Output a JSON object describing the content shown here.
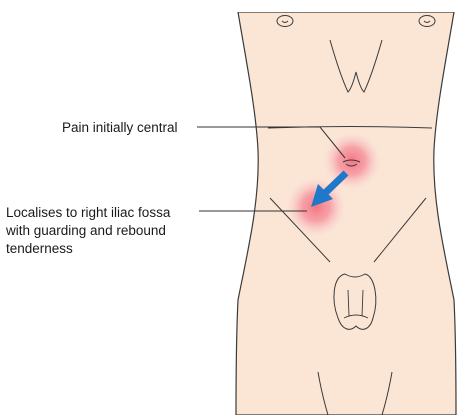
{
  "annotations": {
    "pain_central": "Pain initially central",
    "localises": [
      "Localises to right iliac fossa",
      "with guarding and rebound",
      "tenderness"
    ]
  },
  "colors": {
    "skin": "#fbe6d6",
    "outline": "#3a3a3a",
    "pain_glow": "#f08a96",
    "arrow": "#1f78c8",
    "leader_line": "#333333"
  },
  "icons": {
    "migration_arrow": "arrow-down-left-icon"
  }
}
